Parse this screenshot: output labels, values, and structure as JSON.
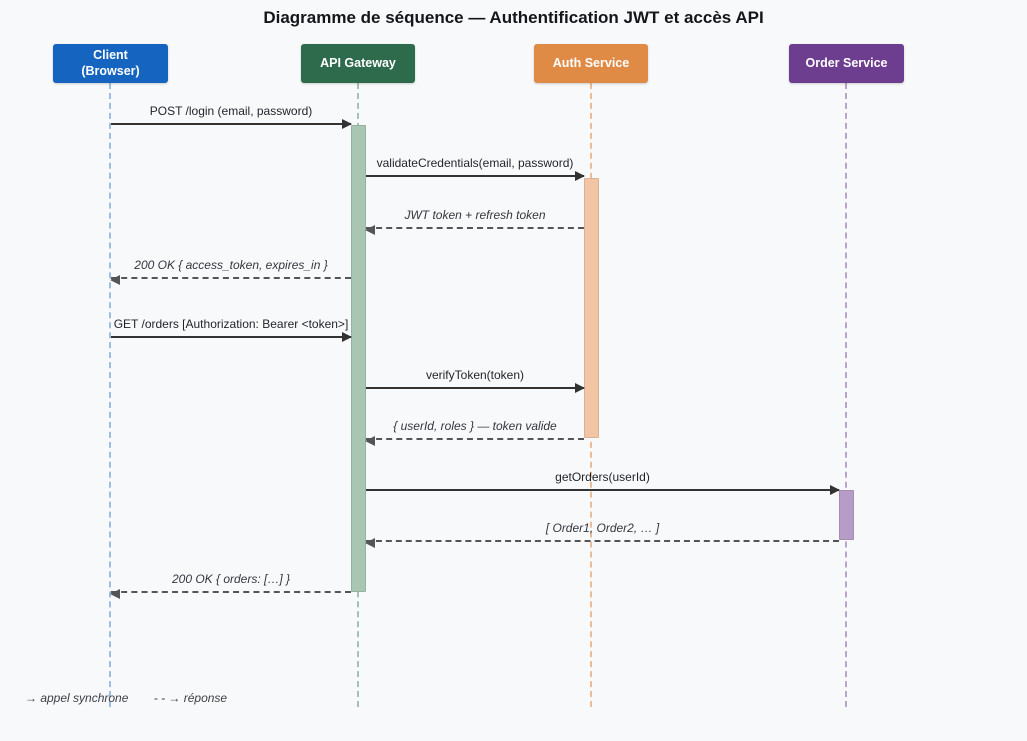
{
  "title": "Diagramme de séquence — Authentification JWT et accès API",
  "actors": [
    {
      "id": "client",
      "label": "Client\n(Browser)",
      "color": "#1565c0"
    },
    {
      "id": "api-gateway",
      "label": "API Gateway",
      "color": "#2e6b4d"
    },
    {
      "id": "auth-service",
      "label": "Auth Service",
      "color": "#df8a45"
    },
    {
      "id": "order-service",
      "label": "Order Service",
      "color": "#6d3d8f"
    }
  ],
  "activations": [
    {
      "actor": "api-gateway",
      "color": "#a9c6b3"
    },
    {
      "actor": "auth-service",
      "color": "#f2c5a4"
    },
    {
      "actor": "order-service",
      "color": "#b89cc8"
    }
  ],
  "messages": [
    {
      "label": "POST /login (email, password)",
      "kind": "sync",
      "from": "client",
      "to": "api-gateway"
    },
    {
      "label": "validateCredentials(email, password)",
      "kind": "sync",
      "from": "api-gateway",
      "to": "auth-service"
    },
    {
      "label": "JWT token + refresh token",
      "kind": "response",
      "from": "auth-service",
      "to": "api-gateway"
    },
    {
      "label": "200 OK { access_token, expires_in }",
      "kind": "response",
      "from": "api-gateway",
      "to": "client"
    },
    {
      "label": "GET /orders [Authorization: Bearer <token>]",
      "kind": "sync",
      "from": "client",
      "to": "api-gateway"
    },
    {
      "label": "verifyToken(token)",
      "kind": "sync",
      "from": "api-gateway",
      "to": "auth-service"
    },
    {
      "label": "{ userId, roles } — token valide",
      "kind": "response",
      "from": "auth-service",
      "to": "api-gateway"
    },
    {
      "label": "getOrders(userId)",
      "kind": "sync",
      "from": "api-gateway",
      "to": "order-service"
    },
    {
      "label": "[ Order1, Order2, … ]",
      "kind": "response",
      "from": "order-service",
      "to": "api-gateway"
    },
    {
      "label": "200 OK { orders: […] }",
      "kind": "response",
      "from": "api-gateway",
      "to": "client"
    }
  ],
  "legend": {
    "sync": "→ appel synchrone",
    "response": "- - → réponse"
  }
}
